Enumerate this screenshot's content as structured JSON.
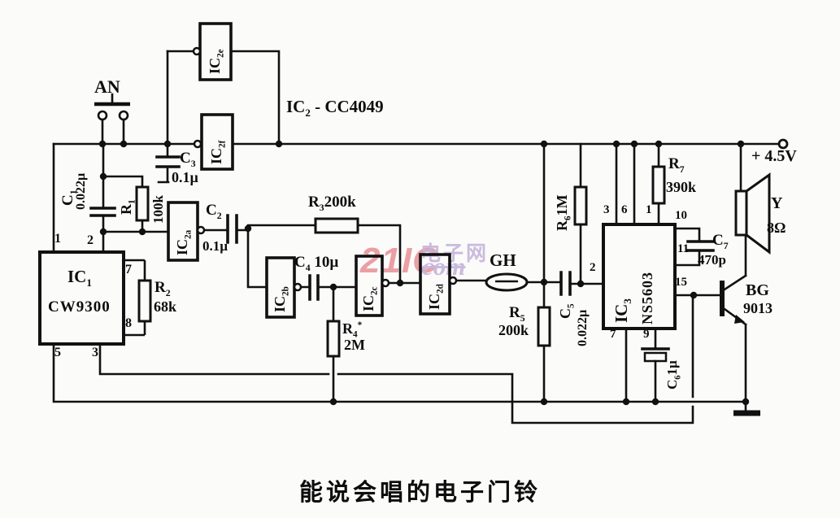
{
  "caption": "能说会唱的电子门铃",
  "watermark": {
    "brand": "21IC",
    "site": "电子网",
    "tld": "com"
  },
  "supply_label": "+ 4.5V",
  "switch_label": "AN",
  "resonator_label": "GH",
  "ic2_family": {
    "prefix": "IC",
    "sub": "2",
    "rest": " - CC4049"
  },
  "ic1": {
    "ref": "IC",
    "sub": "1",
    "part": "CW9300",
    "pins": {
      "p1": "1",
      "p2": "2",
      "p3": "3",
      "p5": "5",
      "p7": "7",
      "p8": "8"
    }
  },
  "ic3": {
    "ref": "IC",
    "sub": "3",
    "part": "NS5603",
    "pins": {
      "p1": "1",
      "p2": "2",
      "p3": "3",
      "p6": "6",
      "p7": "7",
      "p9": "9",
      "p10": "10",
      "p11": "11",
      "p15": "15"
    }
  },
  "gates": {
    "a": {
      "ref": "IC",
      "sub": "2a"
    },
    "b": {
      "ref": "IC",
      "sub": "2b"
    },
    "c": {
      "ref": "IC",
      "sub": "2c"
    },
    "d": {
      "ref": "IC",
      "sub": "2d"
    },
    "e": {
      "ref": "IC",
      "sub": "2e"
    },
    "f": {
      "ref": "IC",
      "sub": "2f"
    }
  },
  "parts": {
    "c1": {
      "ref": "C",
      "sub": "1",
      "value": "0.022µ"
    },
    "c2": {
      "ref": "C",
      "sub": "2",
      "value": "0.1µ"
    },
    "c3": {
      "ref": "C",
      "sub": "3",
      "value": "0.1µ"
    },
    "c4": {
      "ref": "C",
      "sub": "4",
      "value": "10µ"
    },
    "c5": {
      "ref": "C",
      "sub": "5",
      "value": "0.022µ"
    },
    "c6": {
      "ref": "C",
      "sub": "6",
      "value": "1µ"
    },
    "c7": {
      "ref": "C",
      "sub": "7",
      "value": "470p"
    },
    "r1": {
      "ref": "R",
      "sub": "1",
      "value": "100k"
    },
    "r2": {
      "ref": "R",
      "sub": "2",
      "value": "68k"
    },
    "r3": {
      "ref": "R",
      "sub": "3",
      "value": "200k"
    },
    "r4": {
      "ref": "R",
      "sub": "4",
      "star": "*",
      "value": "2M"
    },
    "r5": {
      "ref": "R",
      "sub": "5",
      "value": "200k"
    },
    "r6": {
      "ref": "R",
      "sub": "6",
      "value": "1M"
    },
    "r7": {
      "ref": "R",
      "sub": "7",
      "value": "390k"
    },
    "speaker": {
      "ref": "Y",
      "value": "8Ω"
    },
    "transistor": {
      "ref": "BG",
      "value": "9013"
    }
  }
}
